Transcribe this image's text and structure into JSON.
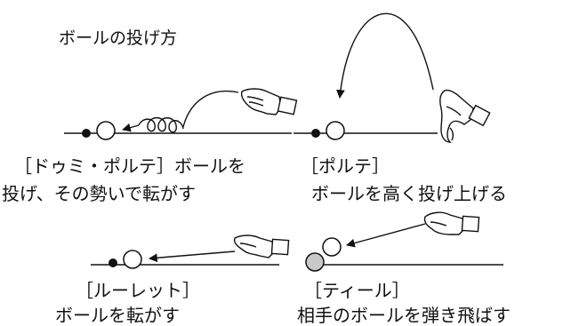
{
  "title": "ボールの投げ方",
  "panels": {
    "demi_portee": {
      "name": "［ドゥミ・ポルテ］ボールを",
      "description": "投げ、その勢いで転がす"
    },
    "portee": {
      "name": "［ポルテ］",
      "description": "ボールを高く投げ上げる"
    },
    "roulette": {
      "name": "［ルーレット］",
      "description": "ボールを転がす"
    },
    "tir": {
      "name": "［ティール］",
      "description": "相手のボールを弾き飛ばす"
    }
  },
  "colors": {
    "ink": "#111111",
    "target_ball": "#c8c8c8",
    "background": "#ffffff"
  }
}
